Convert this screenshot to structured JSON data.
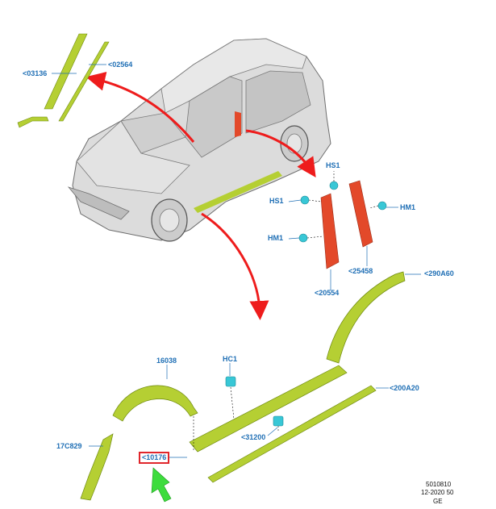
{
  "callouts": {
    "c03136": "<03136",
    "c02564": "<02564",
    "hs1_top": "HS1",
    "hs1_left": "HS1",
    "hm1_right": "HM1",
    "hm1_left": "HM1",
    "c25458": "<25458",
    "c20554": "<20554",
    "c290a60": "<290A60",
    "c16038": "16038",
    "hc1": "HC1",
    "c200a20": "<200A20",
    "c17c829": "17C829",
    "c31200": "<31200",
    "c10176": "<10176"
  },
  "reference": {
    "line1": "5010810",
    "line2": "12-2020 50",
    "line3": "GE"
  },
  "colors": {
    "callout_blue": "#1f6fb5",
    "part_green": "#b5cf33",
    "part_red": "#e3492a",
    "arrow_red": "#ee1c1c",
    "clip_cyan": "#38c7d6",
    "pointer_green": "#3ddc3d",
    "highlight_red": "#e0262b"
  }
}
